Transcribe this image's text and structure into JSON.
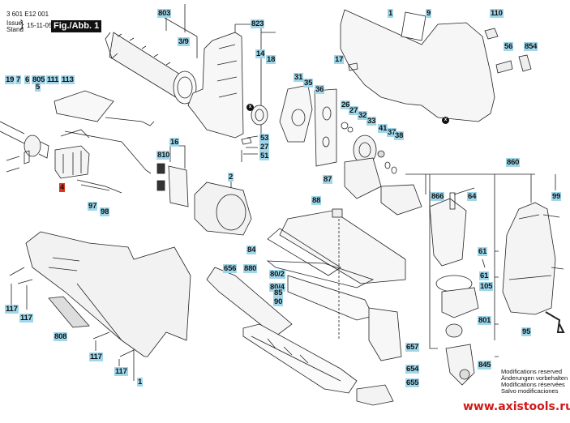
{
  "header": {
    "part_number": "3 601 E12 001",
    "issue_label": "Issue",
    "stand_label": "Stand",
    "date": "15-11-05",
    "figure": "Fig./Abb. 1"
  },
  "labels": [
    {
      "id": "803",
      "text": "803"
    },
    {
      "id": "3-9",
      "text": "3/9"
    },
    {
      "id": "823",
      "text": "823"
    },
    {
      "id": "14",
      "text": "14"
    },
    {
      "id": "18",
      "text": "18"
    },
    {
      "id": "53",
      "text": "53"
    },
    {
      "id": "27a",
      "text": "27"
    },
    {
      "id": "51",
      "text": "51"
    },
    {
      "id": "16",
      "text": "16"
    },
    {
      "id": "810",
      "text": "810"
    },
    {
      "id": "2",
      "text": "2"
    },
    {
      "id": "19",
      "text": "19"
    },
    {
      "id": "7",
      "text": "7"
    },
    {
      "id": "6",
      "text": "6"
    },
    {
      "id": "805",
      "text": "805"
    },
    {
      "id": "5",
      "text": "5"
    },
    {
      "id": "111",
      "text": "111"
    },
    {
      "id": "113",
      "text": "113"
    },
    {
      "id": "4",
      "text": "4"
    },
    {
      "id": "97",
      "text": "97"
    },
    {
      "id": "98",
      "text": "98"
    },
    {
      "id": "1a",
      "text": "1"
    },
    {
      "id": "9",
      "text": "9"
    },
    {
      "id": "110",
      "text": "110"
    },
    {
      "id": "56",
      "text": "56"
    },
    {
      "id": "854",
      "text": "854"
    },
    {
      "id": "17",
      "text": "17"
    },
    {
      "id": "31",
      "text": "31"
    },
    {
      "id": "35",
      "text": "35"
    },
    {
      "id": "36",
      "text": "36"
    },
    {
      "id": "26",
      "text": "26"
    },
    {
      "id": "27b",
      "text": "27"
    },
    {
      "id": "32",
      "text": "32"
    },
    {
      "id": "33",
      "text": "33"
    },
    {
      "id": "41",
      "text": "41"
    },
    {
      "id": "37",
      "text": "37"
    },
    {
      "id": "38",
      "text": "38"
    },
    {
      "id": "87",
      "text": "87"
    },
    {
      "id": "88",
      "text": "88"
    },
    {
      "id": "860",
      "text": "860"
    },
    {
      "id": "866",
      "text": "866"
    },
    {
      "id": "64",
      "text": "64"
    },
    {
      "id": "99",
      "text": "99"
    },
    {
      "id": "61a",
      "text": "61"
    },
    {
      "id": "61b",
      "text": "61"
    },
    {
      "id": "105",
      "text": "105"
    },
    {
      "id": "801",
      "text": "801"
    },
    {
      "id": "95",
      "text": "95"
    },
    {
      "id": "845",
      "text": "845"
    },
    {
      "id": "84",
      "text": "84"
    },
    {
      "id": "880",
      "text": "880"
    },
    {
      "id": "80-2",
      "text": "80/2"
    },
    {
      "id": "80-4",
      "text": "80/4"
    },
    {
      "id": "85",
      "text": "85"
    },
    {
      "id": "90",
      "text": "90"
    },
    {
      "id": "656",
      "text": "656"
    },
    {
      "id": "657",
      "text": "657"
    },
    {
      "id": "654",
      "text": "654"
    },
    {
      "id": "655",
      "text": "655"
    },
    {
      "id": "117a",
      "text": "117"
    },
    {
      "id": "117b",
      "text": "117"
    },
    {
      "id": "808",
      "text": "808"
    },
    {
      "id": "117c",
      "text": "117"
    },
    {
      "id": "117d",
      "text": "117"
    },
    {
      "id": "1b",
      "text": "1"
    }
  ],
  "modifications": [
    "Modifications reserved",
    "Änderungen vorbehalten",
    "Modifications réservées",
    "Salvo modificaciones"
  ],
  "watermark": "www.axistools.ru",
  "colors": {
    "label_bg": "#9fd6ea",
    "highlight_bg": "#d9391c",
    "watermark": "#d11a1a"
  }
}
